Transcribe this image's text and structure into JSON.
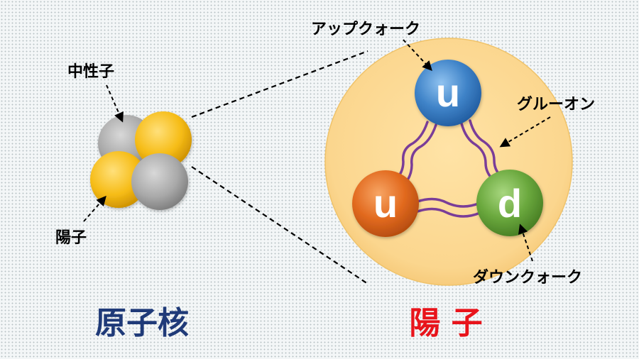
{
  "labels": {
    "neutron": "中性子",
    "proton_small": "陽子",
    "nucleus_title": "原子核",
    "proton_title": "陽 子",
    "up_quark": "アップクォーク",
    "gluon": "グルーオン",
    "down_quark": "ダウンクォーク"
  },
  "quarks": {
    "top": "u",
    "left": "u",
    "right": "d"
  },
  "colors": {
    "nucleus_title": "#1f3a78",
    "proton_title": "#e8141b",
    "proton_nucleon": "#f6bc16",
    "neutron_nucleon": "#a9a9a9",
    "proton_body": "#fbd68e",
    "up_quark_top": "#3f83c8",
    "up_quark_left": "#e26a1f",
    "down_quark": "#6aa83d",
    "gluon": "#7a3d98"
  }
}
